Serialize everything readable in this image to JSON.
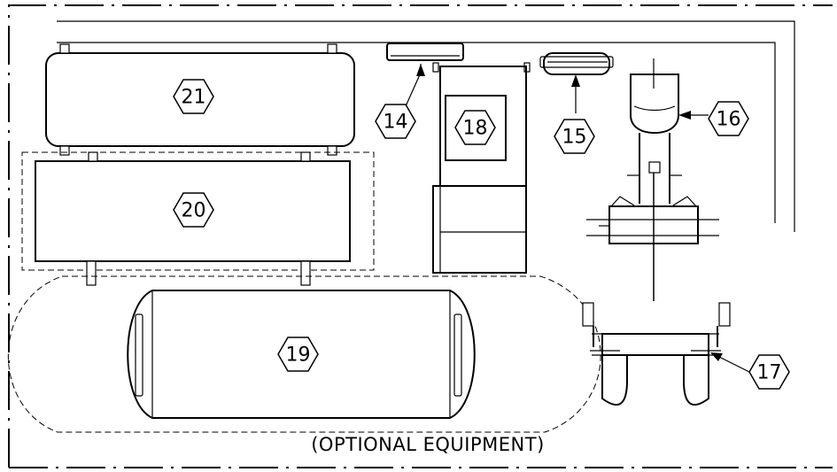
{
  "callouts": {
    "c14": "14",
    "c15": "15",
    "c16": "16",
    "c17": "17",
    "c18": "18",
    "c19": "19",
    "c20": "20",
    "c21": "21"
  },
  "note": "(OPTIONAL EQUIPMENT)"
}
